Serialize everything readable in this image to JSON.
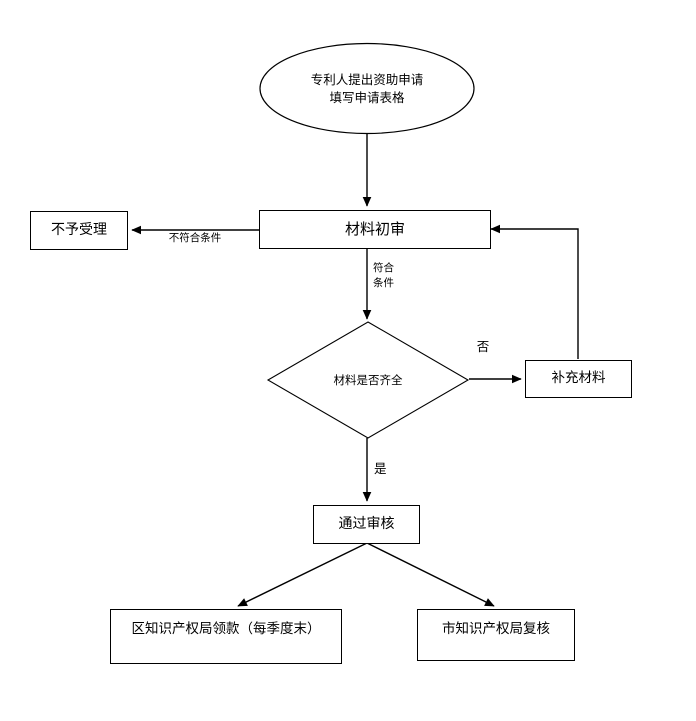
{
  "diagram": {
    "title_text_lang": "zh",
    "background_color": "#ffffff",
    "stroke_color": "#000000",
    "nodes": {
      "start": {
        "label": "专利人提出资助申请\n填写申请表格",
        "shape": "ellipse"
      },
      "reject": {
        "label": "不予受理",
        "shape": "rectangle"
      },
      "initial_review": {
        "label": "材料初审",
        "shape": "rectangle"
      },
      "decision_complete": {
        "label": "材料是否齐全",
        "shape": "diamond"
      },
      "supplement": {
        "label": "补充材料",
        "shape": "rectangle"
      },
      "pass_review": {
        "label": "通过审核",
        "shape": "rectangle"
      },
      "district_office": {
        "label": "区知识产权局领款（每季度末）",
        "shape": "rectangle"
      },
      "city_office": {
        "label": "市知识产权局复核",
        "shape": "rectangle"
      }
    },
    "edge_labels": {
      "not_qualified": "不符合条件",
      "qualified": "符合\n条件",
      "no": "否",
      "yes": "是"
    }
  }
}
